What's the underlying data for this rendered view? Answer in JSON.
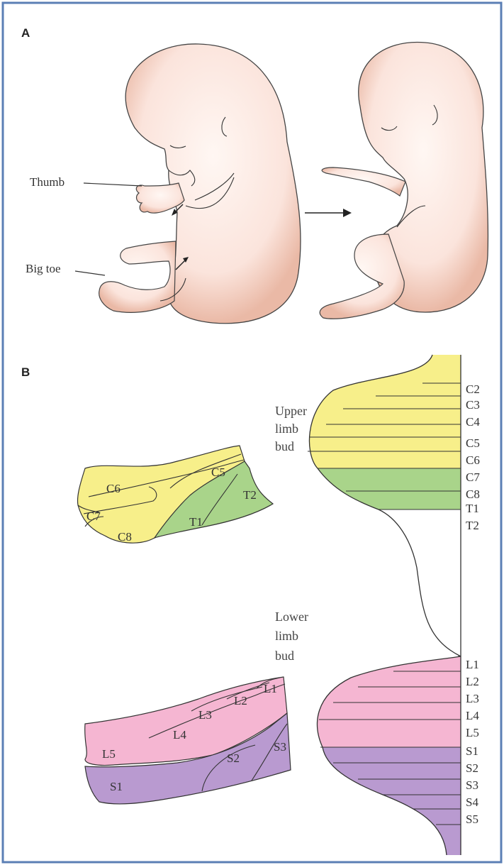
{
  "panel_a": {
    "letter": "A",
    "thumb_label": "Thumb",
    "big_toe_label": "Big toe"
  },
  "panel_b": {
    "letter": "B",
    "upper_bud_label": [
      "Upper",
      "limb",
      "bud"
    ],
    "lower_bud_label": [
      "Lower",
      "limb",
      "bud"
    ],
    "upper_segments": [
      "C2",
      "C3",
      "C4",
      "C5",
      "C6",
      "C7",
      "C8",
      "T1",
      "T2"
    ],
    "lower_segments": [
      "L1",
      "L2",
      "L3",
      "L4",
      "L5",
      "S1",
      "S2",
      "S3",
      "S4",
      "S5"
    ],
    "upper_limb_dermatomes": [
      "C5",
      "C6",
      "C7",
      "C8",
      "T1",
      "T2"
    ],
    "lower_limb_dermatomes": [
      "L1",
      "L2",
      "L3",
      "L4",
      "L5",
      "S1",
      "S2",
      "S3"
    ]
  },
  "colors": {
    "cervical": "#f7ef8a",
    "thoracic": "#a9d48a",
    "lumbar": "#f5b6d2",
    "sacral": "#b99ad0",
    "skin": "#fbe4dc",
    "frame": "#5b7fb5"
  }
}
